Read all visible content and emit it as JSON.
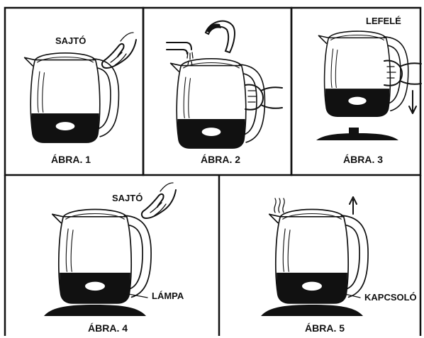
{
  "panels": [
    {
      "caption": "ÁBRA. 1",
      "labels": [
        "SAJTÓ"
      ]
    },
    {
      "caption": "ÁBRA. 2",
      "labels": []
    },
    {
      "caption": "ÁBRA. 3",
      "labels": [
        "LEFELÉ"
      ]
    },
    {
      "caption": "ÁBRA. 4",
      "labels": [
        "SAJTÓ",
        "LÁMPA"
      ]
    },
    {
      "caption": "ÁBRA. 5",
      "labels": [
        "KAPCSOLÓ"
      ]
    }
  ],
  "icons": [
    "pressing-hand-icon",
    "water-stream-icon",
    "lid-icon",
    "holding-hand-icon",
    "down-arrow-icon",
    "up-arrow-icon",
    "steam-icon",
    "kettle-base-icon"
  ]
}
